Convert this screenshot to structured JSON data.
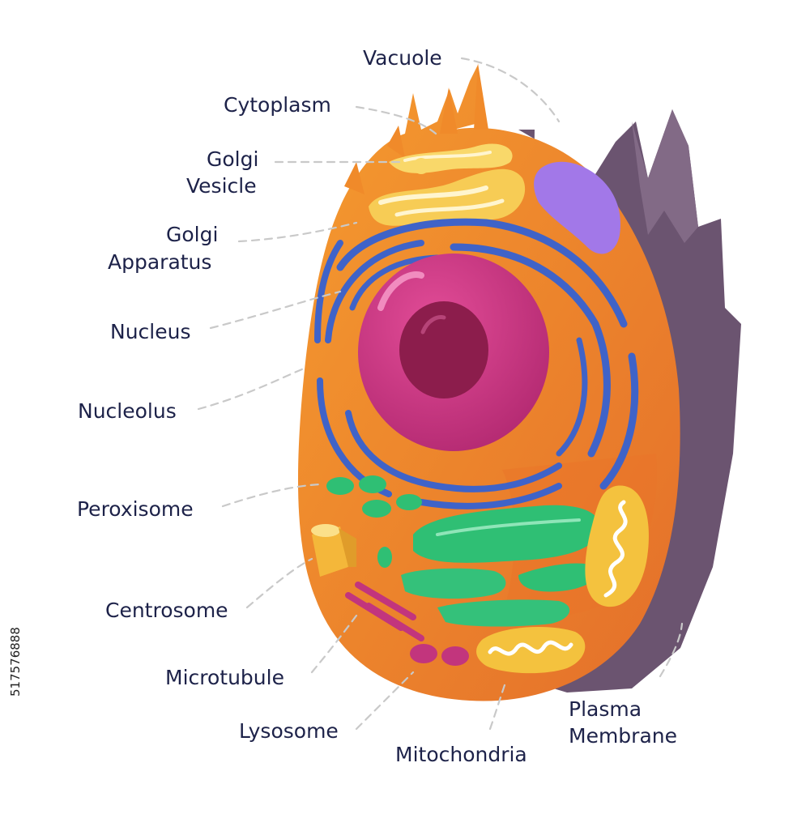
{
  "labels": {
    "vacuole": "Vacuole",
    "cytoplasm": "Cytoplasm",
    "golgi_vesicle": [
      "Golgi",
      "Vesicle"
    ],
    "golgi_apparatus": [
      "Golgi",
      "Apparatus"
    ],
    "nucleus": "Nucleus",
    "nucleolus": "Nucleolus",
    "peroxisome": "Peroxisome",
    "centrosome": "Centrosome",
    "microtubule": "Microtubule",
    "lysosome": "Lysosome",
    "mitochondria": "Mitochondria",
    "plasma_membrane": [
      "Plasma",
      "Membrane"
    ]
  },
  "stock_id": "517576888",
  "colors": {
    "cytoplasm": "#f08a2a",
    "shadow": "#6b5470",
    "nucleus": "#d23c86",
    "nucleolus": "#8c1d4c",
    "er": "#3f63c8",
    "vacuole": "#a278e8",
    "golgi": "#f7cc55",
    "mito": "#f4c23e",
    "green": "#2fbf74",
    "label": "#1d2249"
  }
}
